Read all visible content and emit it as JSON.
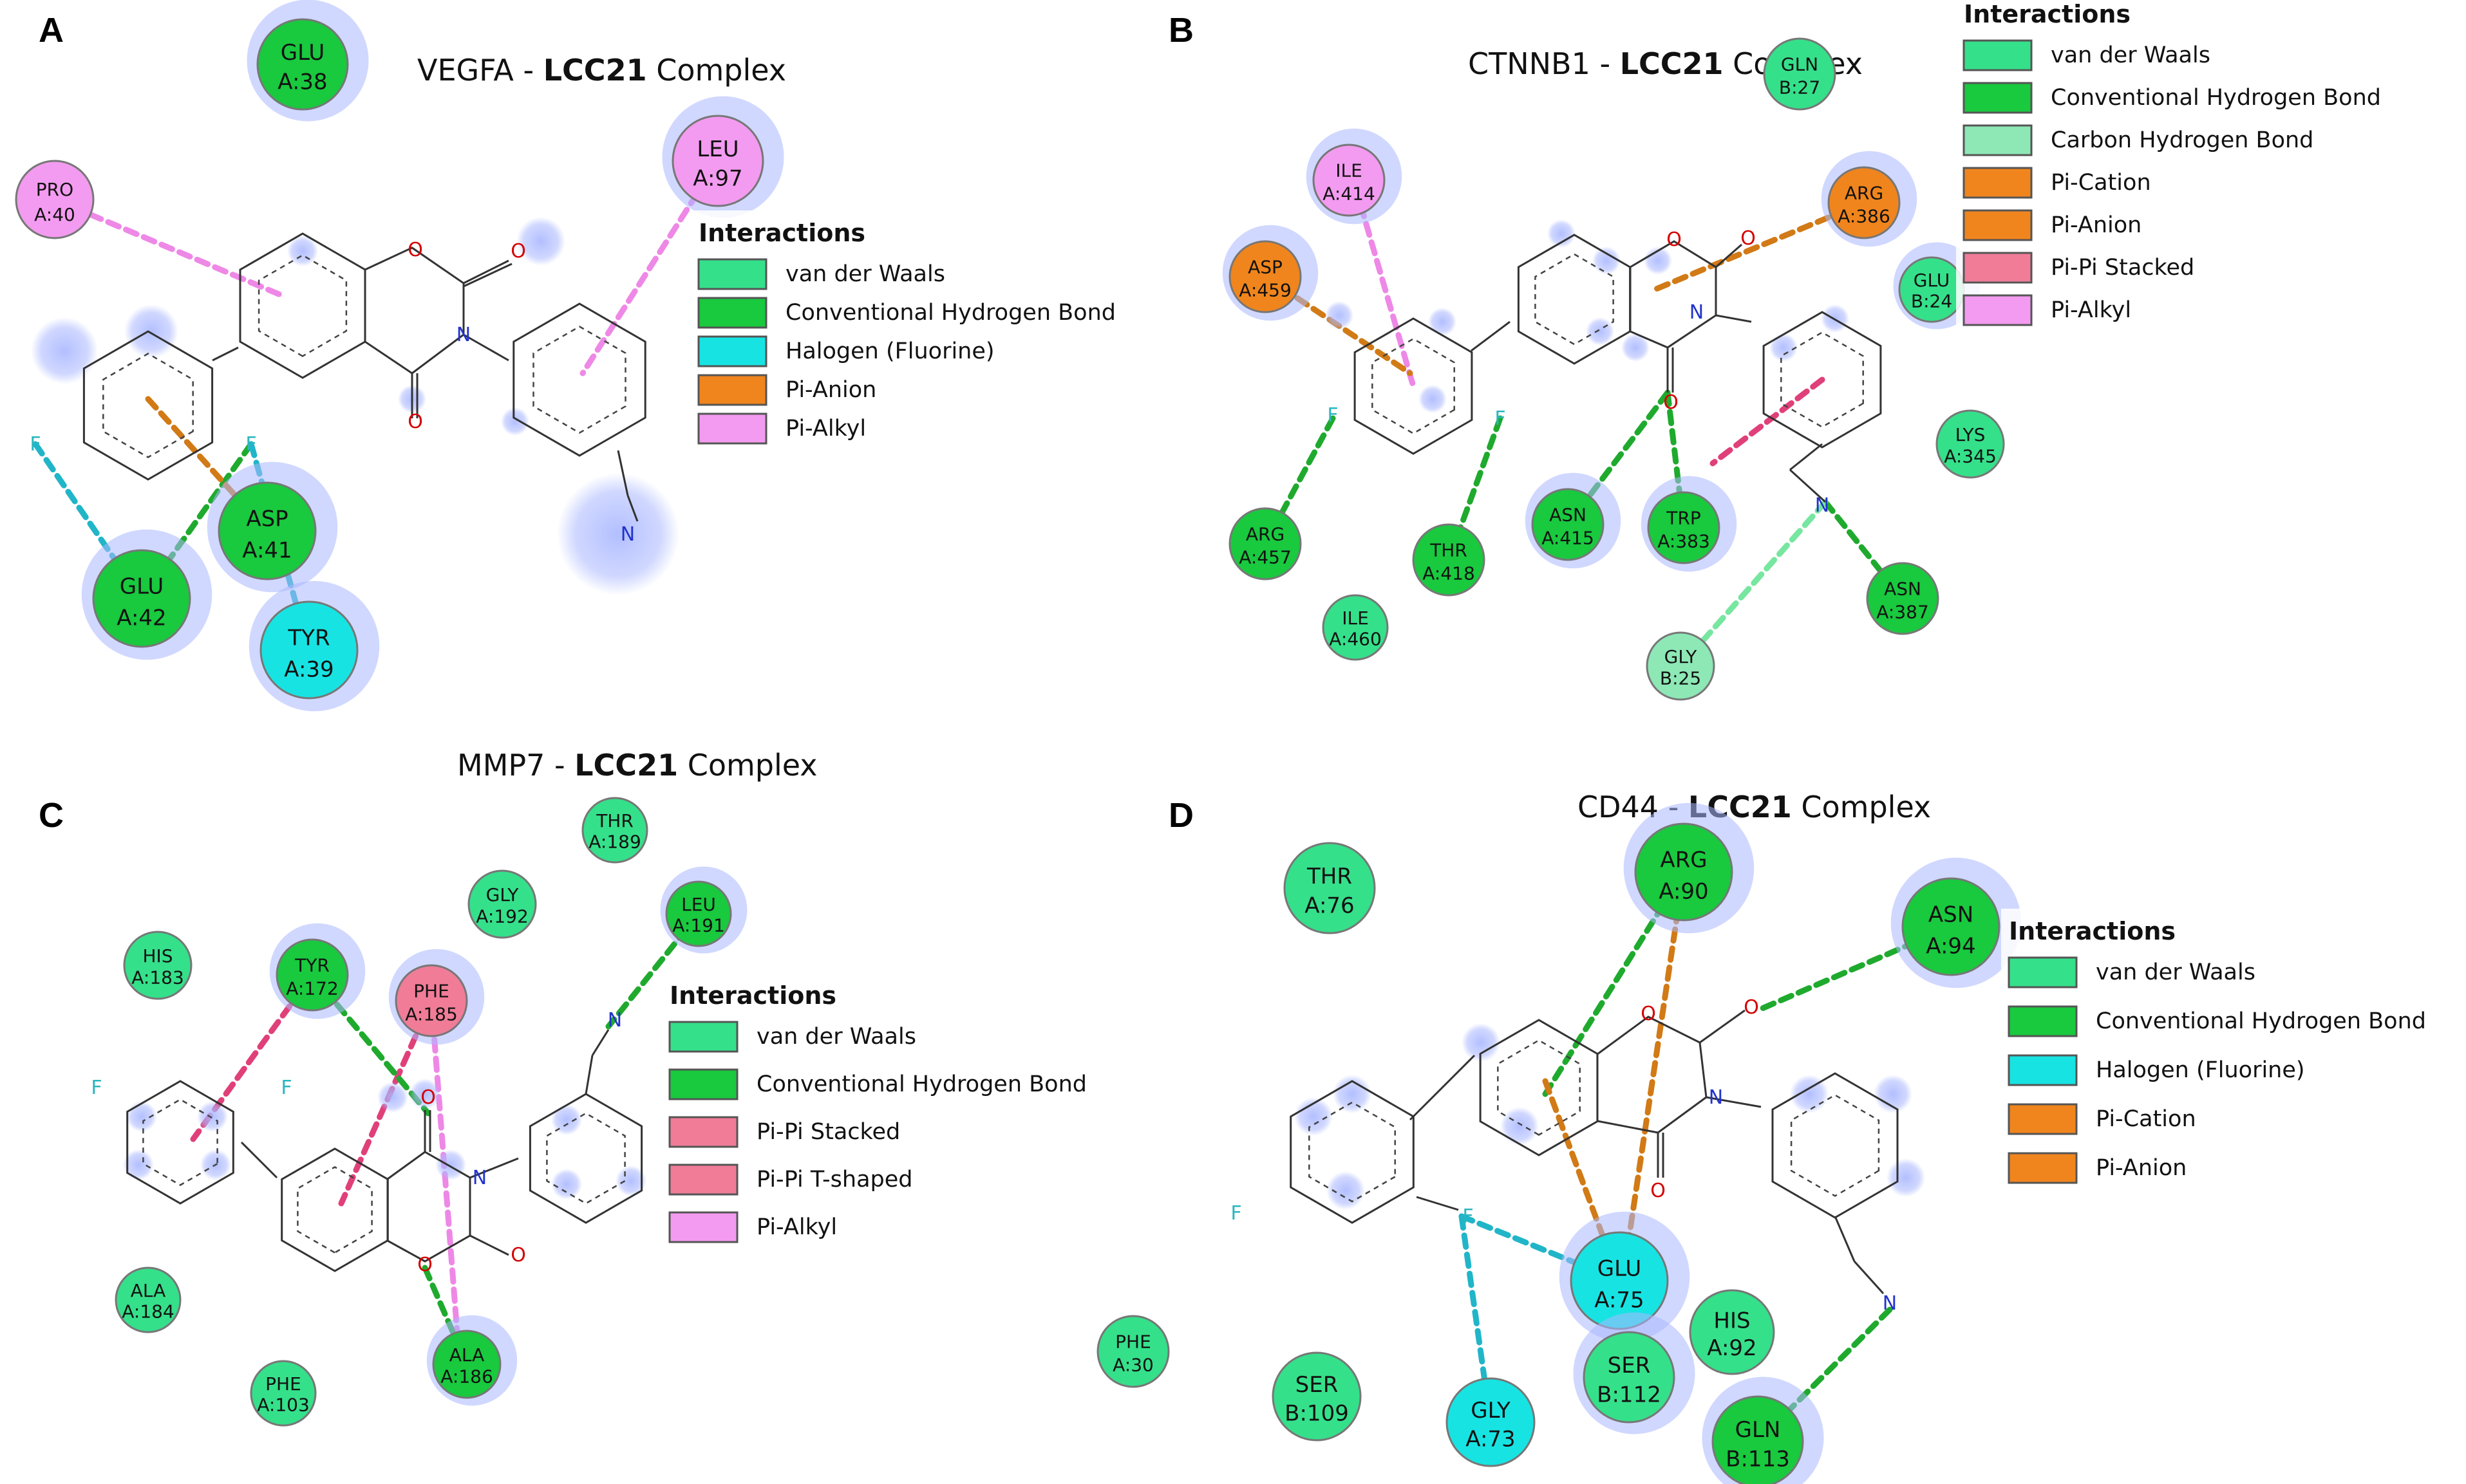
{
  "colors": {
    "van_der_waals": "#35e08a",
    "conventional_hbond": "#19c93e",
    "carbon_hbond": "#8de8b6",
    "halogen_fluorine": "#18e3e3",
    "pi_cation": "#f0851d",
    "pi_anion": "#f0851d",
    "pi_pi_stacked": "#f07c98",
    "pi_pi_tshaped": "#f07c98",
    "pi_alkyl": "#f39bf0",
    "halo": "#aab8ff",
    "bond_hbond": "#1faa2e",
    "bond_halogen": "#21b5c8",
    "bond_orange": "#d17a16",
    "bond_pink": "#ee88e6",
    "bond_magenta": "#e0407a",
    "bond_carbon_hbond": "#77e6a0",
    "atom_oxygen": "#d40000",
    "atom_nitrogen": "#2233cc",
    "atom_fluorine": "#2ab6c0"
  },
  "atoms": {
    "oxygen": "O",
    "nitrogen": "N",
    "fluorine": "F"
  },
  "panels": [
    {
      "letter": "A",
      "title_prefix": "VEGFA - ",
      "title_bold": "LCC21",
      "title_suffix": " Complex",
      "legend": {
        "title": "Interactions",
        "items": [
          {
            "label": "van der Waals",
            "type": "van_der_waals"
          },
          {
            "label": "Conventional Hydrogen Bond",
            "type": "conventional_hbond"
          },
          {
            "label": "Halogen (Fluorine)",
            "type": "halogen_fluorine"
          },
          {
            "label": "Pi-Anion",
            "type": "pi_anion"
          },
          {
            "label": "Pi-Alkyl",
            "type": "pi_alkyl"
          }
        ]
      },
      "residues": [
        {
          "name": "GLU",
          "id": "A:38",
          "type": "conventional_hbond",
          "halo": true
        },
        {
          "name": "PRO",
          "id": "A:40",
          "type": "pi_alkyl",
          "halo": false
        },
        {
          "name": "LEU",
          "id": "A:97",
          "type": "pi_alkyl",
          "halo": true
        },
        {
          "name": "ASP",
          "id": "A:41",
          "type": "conventional_hbond",
          "halo": true
        },
        {
          "name": "GLU",
          "id": "A:42",
          "type": "conventional_hbond",
          "halo": true
        },
        {
          "name": "TYR",
          "id": "A:39",
          "type": "halogen_fluorine",
          "halo": true
        }
      ]
    },
    {
      "letter": "B",
      "title_prefix": "CTNNB1 - ",
      "title_bold": "LCC21",
      "title_suffix": " Complex",
      "legend": {
        "title": "Interactions",
        "items": [
          {
            "label": "van der Waals",
            "type": "van_der_waals"
          },
          {
            "label": "Conventional Hydrogen Bond",
            "type": "conventional_hbond"
          },
          {
            "label": "Carbon Hydrogen Bond",
            "type": "carbon_hbond"
          },
          {
            "label": "Pi-Cation",
            "type": "pi_cation"
          },
          {
            "label": "Pi-Anion",
            "type": "pi_anion"
          },
          {
            "label": "Pi-Pi Stacked",
            "type": "pi_pi_stacked"
          },
          {
            "label": "Pi-Alkyl",
            "type": "pi_alkyl"
          }
        ]
      },
      "residues": [
        {
          "name": "GLN",
          "id": "B:27",
          "type": "van_der_waals",
          "halo": false
        },
        {
          "name": "ILE",
          "id": "A:414",
          "type": "pi_alkyl",
          "halo": true
        },
        {
          "name": "ARG",
          "id": "A:386",
          "type": "pi_cation",
          "halo": true
        },
        {
          "name": "ASP",
          "id": "A:459",
          "type": "pi_anion",
          "halo": true
        },
        {
          "name": "GLU",
          "id": "B:24",
          "type": "van_der_waals",
          "halo": true
        },
        {
          "name": "LYS",
          "id": "A:345",
          "type": "van_der_waals",
          "halo": false
        },
        {
          "name": "ARG",
          "id": "A:457",
          "type": "conventional_hbond",
          "halo": false
        },
        {
          "name": "THR",
          "id": "A:418",
          "type": "conventional_hbond",
          "halo": false
        },
        {
          "name": "ASN",
          "id": "A:415",
          "type": "conventional_hbond",
          "halo": true
        },
        {
          "name": "TRP",
          "id": "A:383",
          "type": "conventional_hbond",
          "halo": true
        },
        {
          "name": "ASN",
          "id": "A:387",
          "type": "conventional_hbond",
          "halo": false
        },
        {
          "name": "ILE",
          "id": "A:460",
          "type": "van_der_waals",
          "halo": false
        },
        {
          "name": "GLY",
          "id": "B:25",
          "type": "carbon_hbond",
          "halo": false
        }
      ]
    },
    {
      "letter": "C",
      "title_prefix": "MMP7 - ",
      "title_bold": "LCC21",
      "title_suffix": " Complex",
      "legend": {
        "title": "Interactions",
        "items": [
          {
            "label": "van der Waals",
            "type": "van_der_waals"
          },
          {
            "label": "Conventional Hydrogen Bond",
            "type": "conventional_hbond"
          },
          {
            "label": "Pi-Pi Stacked",
            "type": "pi_pi_stacked"
          },
          {
            "label": "Pi-Pi T-shaped",
            "type": "pi_pi_tshaped"
          },
          {
            "label": "Pi-Alkyl",
            "type": "pi_alkyl"
          }
        ]
      },
      "residues": [
        {
          "name": "THR",
          "id": "A:189",
          "type": "van_der_waals",
          "halo": false
        },
        {
          "name": "GLY",
          "id": "A:192",
          "type": "van_der_waals",
          "halo": false
        },
        {
          "name": "LEU",
          "id": "A:191",
          "type": "conventional_hbond",
          "halo": true
        },
        {
          "name": "HIS",
          "id": "A:183",
          "type": "van_der_waals",
          "halo": false
        },
        {
          "name": "TYR",
          "id": "A:172",
          "type": "conventional_hbond",
          "halo": true
        },
        {
          "name": "PHE",
          "id": "A:185",
          "type": "pi_pi_stacked",
          "halo": true
        },
        {
          "name": "ALA",
          "id": "A:184",
          "type": "van_der_waals",
          "halo": false
        },
        {
          "name": "ALA",
          "id": "A:186",
          "type": "conventional_hbond",
          "halo": true
        },
        {
          "name": "PHE",
          "id": "A:103",
          "type": "van_der_waals",
          "halo": false
        },
        {
          "name": "PHE",
          "id": "A:30",
          "type": "van_der_waals",
          "halo": false
        }
      ]
    },
    {
      "letter": "D",
      "title_prefix": "CD44 - ",
      "title_bold": "LCC21",
      "title_suffix": " Complex",
      "legend": {
        "title": "Interactions",
        "items": [
          {
            "label": "van der Waals",
            "type": "van_der_waals"
          },
          {
            "label": "Conventional Hydrogen Bond",
            "type": "conventional_hbond"
          },
          {
            "label": "Halogen (Fluorine)",
            "type": "halogen_fluorine"
          },
          {
            "label": "Pi-Cation",
            "type": "pi_cation"
          },
          {
            "label": "Pi-Anion",
            "type": "pi_anion"
          }
        ]
      },
      "residues": [
        {
          "name": "THR",
          "id": "A:76",
          "type": "van_der_waals",
          "halo": false
        },
        {
          "name": "ARG",
          "id": "A:90",
          "type": "conventional_hbond",
          "halo": true
        },
        {
          "name": "ASN",
          "id": "A:94",
          "type": "conventional_hbond",
          "halo": true
        },
        {
          "name": "GLU",
          "id": "A:75",
          "type": "halogen_fluorine",
          "halo": true
        },
        {
          "name": "HIS",
          "id": "A:92",
          "type": "van_der_waals",
          "halo": false
        },
        {
          "name": "SER",
          "id": "B:109",
          "type": "van_der_waals",
          "halo": false
        },
        {
          "name": "GLY",
          "id": "A:73",
          "type": "halogen_fluorine",
          "halo": false
        },
        {
          "name": "SER",
          "id": "B:112",
          "type": "van_der_waals",
          "halo": true
        },
        {
          "name": "GLN",
          "id": "B:113",
          "type": "conventional_hbond",
          "halo": true
        }
      ]
    }
  ]
}
